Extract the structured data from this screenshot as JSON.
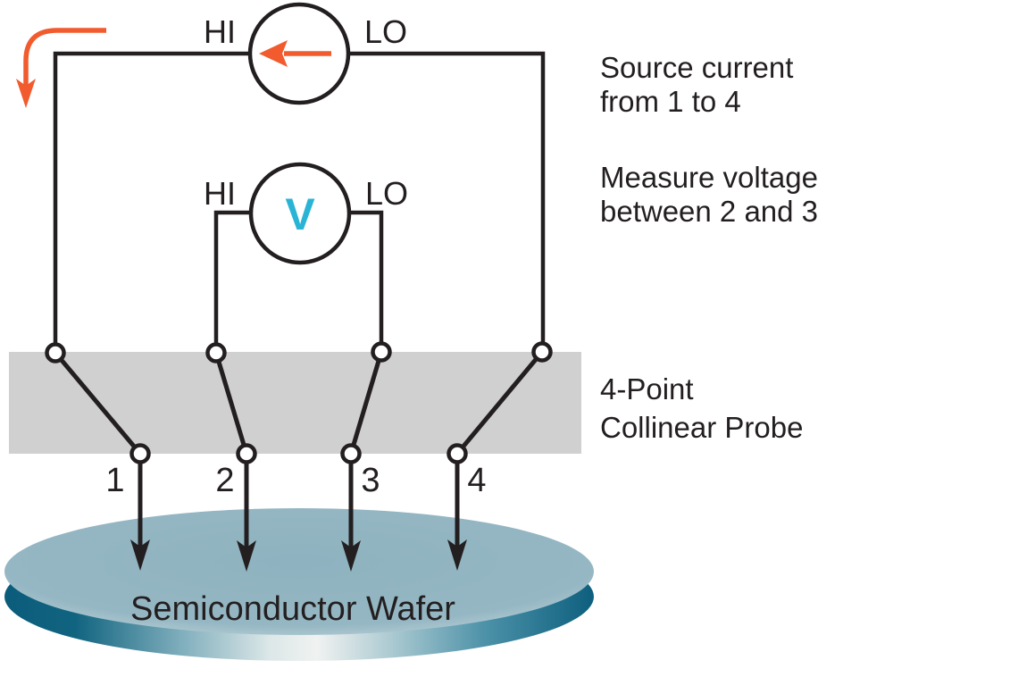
{
  "current_source": {
    "hi_label": "HI",
    "lo_label": "LO"
  },
  "voltmeter": {
    "hi_label": "HI",
    "lo_label": "LO",
    "symbol": "V"
  },
  "probe_pins": [
    "1",
    "2",
    "3",
    "4"
  ],
  "wafer": {
    "label": "Semiconductor Wafer"
  },
  "annotations": {
    "source_current_line1": "Source current",
    "source_current_line2": "from 1 to 4",
    "measure_voltage_line1": "Measure voltage",
    "measure_voltage_line2": "between 2 and 3",
    "probe_line1": "4-Point",
    "probe_line2": "Collinear Probe"
  },
  "colors": {
    "accent_orange": "#F15B2E",
    "voltmeter_cyan": "#29B4D6",
    "probe_bar_gray": "#D0D0D0",
    "wafer_top": "#93B5C2",
    "wafer_rim_dark": "#0E5F7E",
    "ink_black": "#231F20"
  }
}
